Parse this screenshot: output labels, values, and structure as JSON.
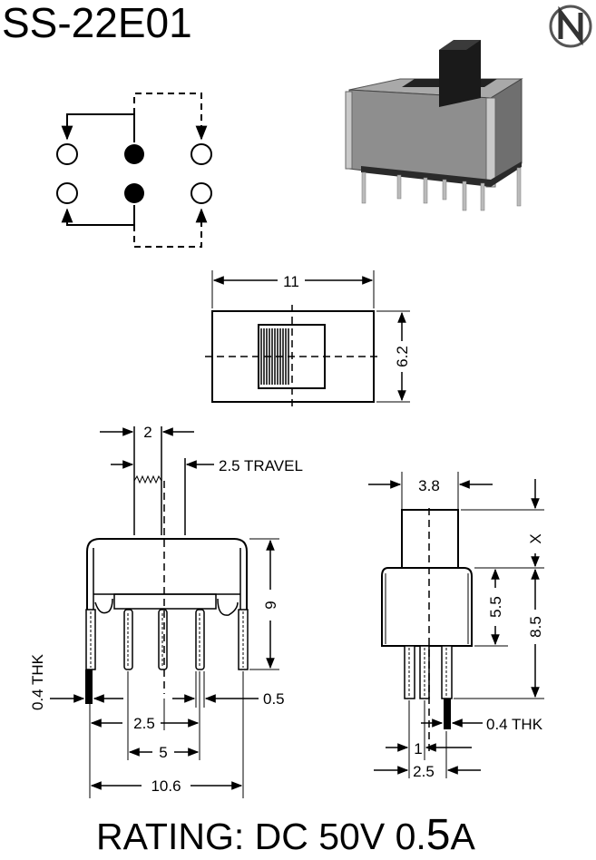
{
  "title": "SS-22E01",
  "logo_letter": "N",
  "rating": {
    "prefix": "RATING: DC 50V 0.",
    "big_digit": "5",
    "suffix": "A"
  },
  "top_view": {
    "width_label": "11",
    "height_label": "6.2"
  },
  "front_view": {
    "slider_width_label": "2",
    "travel_label": "2.5 TRAVEL",
    "height_label": "9",
    "thk_label": "0.4 THK",
    "pin_width_label": "0.5",
    "pitch_label": "2.5",
    "pitch2_label": "5",
    "overall_label": "10.6"
  },
  "side_view": {
    "slider_width_label": "3.8",
    "x_label": "X",
    "h1_label": "5.5",
    "h2_label": "8.5",
    "thk_label": "0.4 THK",
    "pin_label": "1",
    "pitch_label": "2.5"
  }
}
